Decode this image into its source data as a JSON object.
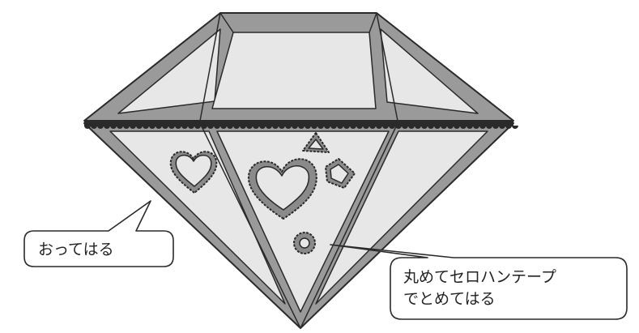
{
  "callouts": {
    "left": {
      "text": "おってはる"
    },
    "right": {
      "line1": "丸めてセロハンテープ",
      "line2": "でとめてはる"
    }
  },
  "colors": {
    "frame_gray": "#9a9a9a",
    "panel_fill": "#e7e7e7",
    "outline": "#2a2a2a",
    "background": "#ffffff"
  },
  "icons": [
    "heart-cutout",
    "triangle-cutout",
    "pentagon-cutout",
    "tape-roll"
  ]
}
